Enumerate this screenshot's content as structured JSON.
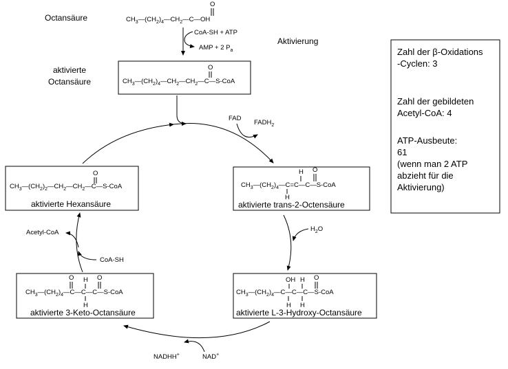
{
  "octansaeure": {
    "name": "Octansäure",
    "formula": {
      "ch3": "CH",
      "three": "3",
      "dash1": "—(CH",
      "two1": "2",
      "paren": ")",
      "n": "4",
      "dash2": "—CH",
      "two2": "2",
      "dash3": "—C",
      "oh": "—OH",
      "o": "O"
    }
  },
  "activation": {
    "reagents": "CoA-SH  +  ATP",
    "products": "AMP + 2 P",
    "products_sub": "a",
    "label": "Aktivierung"
  },
  "activated_octanoic": {
    "name_line1": "aktivierte",
    "name_line2": "Octansäure",
    "formula": {
      "ch3": "CH",
      "three": "3",
      "chain": "—(CH",
      "two1": "2",
      "paren": ")",
      "n": "4",
      "ch2a": "—CH",
      "two2": "2",
      "ch2b": "—CH",
      "two3": "2",
      "c": "—C",
      "scoa": "—S-CoA",
      "o": "O"
    }
  },
  "fad": {
    "fad": "FAD",
    "fadh": "FADH",
    "fadh_sub": "2"
  },
  "trans_octenoic": {
    "name": "aktivierte trans-2-Octensäure",
    "formula": {
      "ch3": "CH",
      "three": "3",
      "chain": "—(CH",
      "two": "2",
      "paren": ")",
      "n": "4",
      "c1": "—C",
      "eq": "=",
      "c2": "C—",
      "c3": "C",
      "scoa": "—S-CoA",
      "h_top": "H",
      "h_bot": "H",
      "o": "O"
    }
  },
  "water": {
    "h": "H",
    "two": "2",
    "o": "O"
  },
  "hydroxy": {
    "name": "aktivierte L-3-Hydroxy-Octansäure",
    "formula": {
      "ch3": "CH",
      "three": "3",
      "chain": "—(CH",
      "two": "2",
      "paren": ")",
      "n": "4",
      "c1": "—C",
      "c2": "—C",
      "c3": "—C",
      "scoa": "—S-CoA",
      "oh": "OH",
      "h_top": "H",
      "h1": "H",
      "h2": "H",
      "o": "O"
    }
  },
  "nad": {
    "nadh": "NADH",
    "h": "H",
    "plus1": "+",
    "nad": "NAD",
    "plus2": "+"
  },
  "keto": {
    "name": "aktivierte 3-Keto-Octansäure",
    "formula": {
      "ch3": "CH",
      "three": "3",
      "chain": "—(CH",
      "two": "2",
      "paren": ")",
      "n": "4",
      "c1": "—C",
      "c2": "—C",
      "c3": "—C",
      "scoa": "—S-CoA",
      "o1": "O",
      "h_top": "H",
      "h_bot": "H",
      "o2": "O"
    }
  },
  "thiolysis": {
    "acetyl": "Acetyl-CoA",
    "coash": "CoA-SH"
  },
  "hexanoic": {
    "name": "aktivierte Hexansäure",
    "formula": {
      "ch3": "CH",
      "three": "3",
      "chain": "—(CH",
      "two1": "2",
      "paren": ")",
      "n": "2",
      "ch2a": "—CH",
      "two2": "2",
      "ch2b": "—CH",
      "two3": "2",
      "c": "—C",
      "scoa": "—S-CoA",
      "o": "O"
    }
  },
  "info": {
    "line1": "Zahl der β-Oxidations",
    "line2": "-Cyclen:  3",
    "line3": "Zahl der gebildeten",
    "line4": "Acetyl-CoA: 4",
    "line5": "ATP-Ausbeute:",
    "line6": "61",
    "line7": "(wenn man 2 ATP",
    "line8": "abzieht für die",
    "line9": "Aktivierung)"
  }
}
